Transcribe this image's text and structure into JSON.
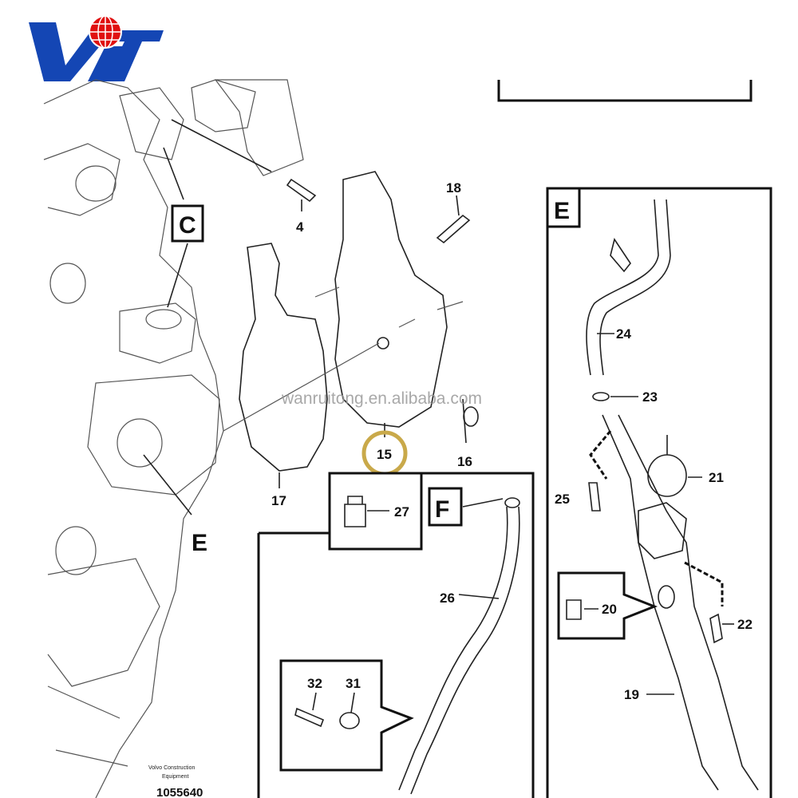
{
  "logo": {
    "text": "VIT",
    "colors": {
      "blue": "#1446b4",
      "globe": "#e01010"
    }
  },
  "watermark": "wanruitong.en.alibaba.com",
  "caption": {
    "line1": "Volvo Construction",
    "line2": "Equipment",
    "number": "1055640"
  },
  "section_labels": {
    "c_box": "C",
    "c_pointer": "E",
    "e_box": "E",
    "f_box": "F"
  },
  "part_numbers": {
    "p4": "4",
    "p15": "15",
    "p16": "16",
    "p17": "17",
    "p18": "18",
    "p19": "19",
    "p20": "20",
    "p21": "21",
    "p22": "22",
    "p23": "23",
    "p24": "24",
    "p25": "25",
    "p26": "26",
    "p27": "27",
    "p31": "31",
    "p32": "32"
  },
  "highlight": {
    "part": "15",
    "color": "#c9a94a"
  }
}
